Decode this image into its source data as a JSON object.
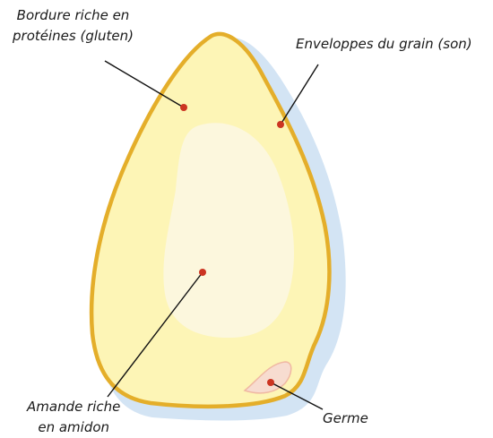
{
  "labels": {
    "gluten": [
      "Bordure riche en",
      "protéines (gluten)"
    ],
    "bran": "Enveloppes du grain (son)",
    "starch": [
      "Amande riche",
      "en amidon"
    ],
    "germ": "Germe"
  },
  "colors": {
    "shadow": "#d3e4f4",
    "grain_fill": "#fdf5b6",
    "grain_outline": "#e4ae2a",
    "endosperm": "#fcf7dd",
    "germ": "#f7dcd0",
    "point": "#cc3522",
    "line": "#111111"
  }
}
